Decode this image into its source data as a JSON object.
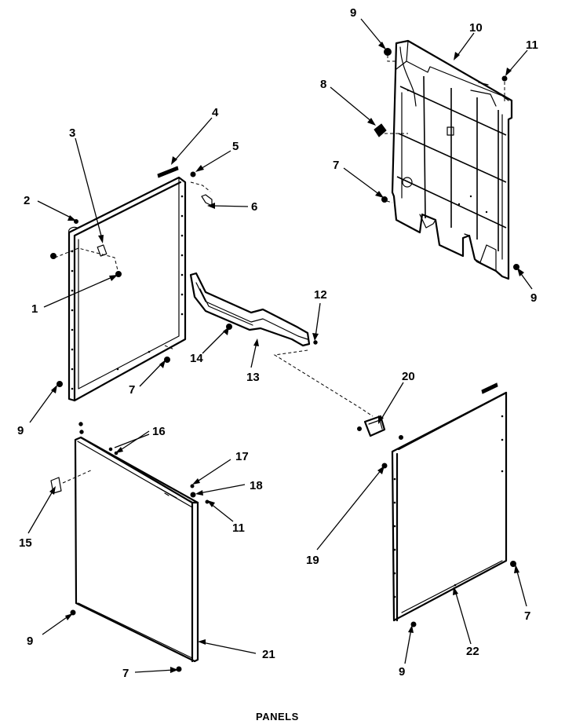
{
  "caption": "PANELS",
  "callouts": [
    {
      "id": "c9a",
      "text": "9"
    },
    {
      "id": "c10",
      "text": "10"
    },
    {
      "id": "c11a",
      "text": "11"
    },
    {
      "id": "c8",
      "text": "8"
    },
    {
      "id": "c7a",
      "text": "7"
    },
    {
      "id": "c9b",
      "text": "9"
    },
    {
      "id": "c4",
      "text": "4"
    },
    {
      "id": "c3",
      "text": "3"
    },
    {
      "id": "c5",
      "text": "5"
    },
    {
      "id": "c2",
      "text": "2"
    },
    {
      "id": "c6",
      "text": "6"
    },
    {
      "id": "c1",
      "text": "1"
    },
    {
      "id": "c12",
      "text": "12"
    },
    {
      "id": "c14",
      "text": "14"
    },
    {
      "id": "c13",
      "text": "13"
    },
    {
      "id": "c7b",
      "text": "7"
    },
    {
      "id": "c9c",
      "text": "9"
    },
    {
      "id": "c20",
      "text": "20"
    },
    {
      "id": "c16",
      "text": "16"
    },
    {
      "id": "c17",
      "text": "17"
    },
    {
      "id": "c18",
      "text": "18"
    },
    {
      "id": "c15",
      "text": "15"
    },
    {
      "id": "c11b",
      "text": "11"
    },
    {
      "id": "c19",
      "text": "19"
    },
    {
      "id": "c7c",
      "text": "7"
    },
    {
      "id": "c9d",
      "text": "9"
    },
    {
      "id": "c21",
      "text": "21"
    },
    {
      "id": "c22",
      "text": "22"
    },
    {
      "id": "c7d",
      "text": "7"
    },
    {
      "id": "c9e",
      "text": "9"
    }
  ]
}
